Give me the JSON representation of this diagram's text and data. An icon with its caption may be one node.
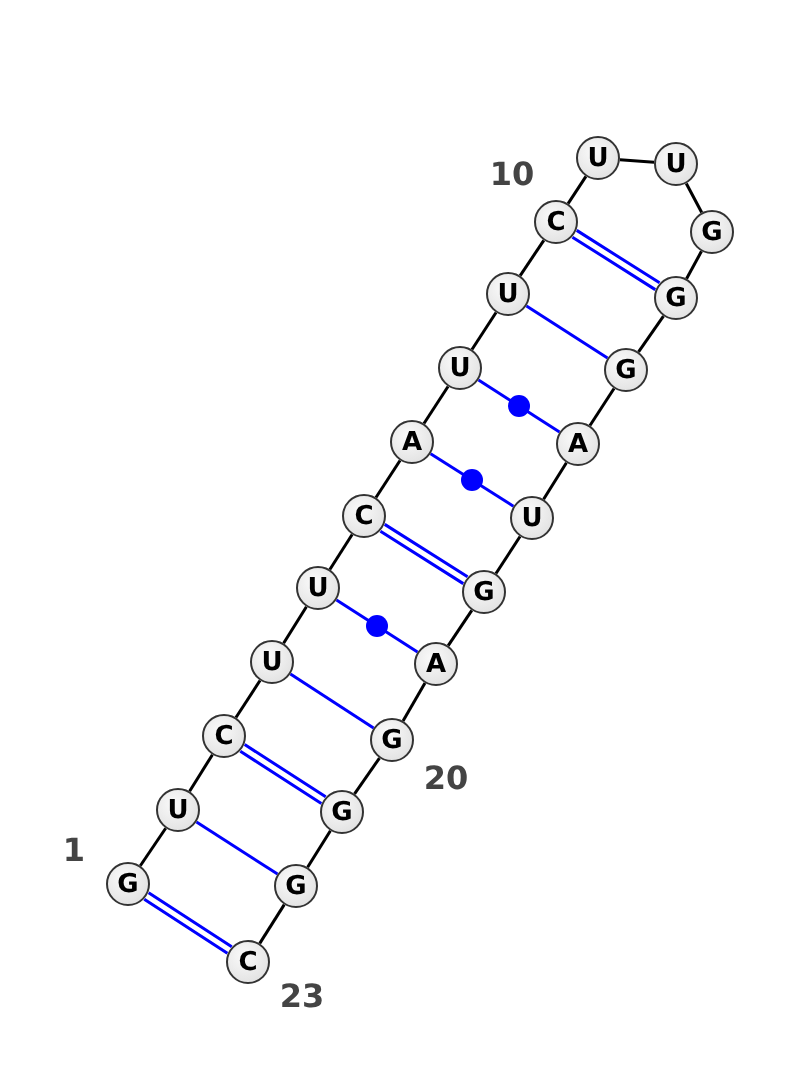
{
  "diagram": {
    "nodes": [
      {
        "text": [
          "G"
        ]
      },
      {
        "text": [
          "U"
        ]
      },
      {
        "text": [
          "C"
        ]
      },
      {
        "text": [
          "U"
        ]
      },
      {
        "text": [
          "U"
        ]
      },
      {
        "text": [
          "C"
        ]
      },
      {
        "text": [
          "A"
        ]
      },
      {
        "text": [
          "U"
        ]
      },
      {
        "text": [
          "U"
        ]
      },
      {
        "text": [
          "C"
        ]
      },
      {
        "text": [
          "U"
        ]
      },
      {
        "text": [
          "U"
        ]
      },
      {
        "text": [
          "G"
        ]
      },
      {
        "text": [
          "G"
        ]
      },
      {
        "text": [
          "G"
        ]
      },
      {
        "text": [
          "A"
        ]
      },
      {
        "text": [
          "U"
        ]
      },
      {
        "text": [
          "G"
        ]
      },
      {
        "text": [
          "A"
        ]
      },
      {
        "text": [
          "G"
        ]
      },
      {
        "text": [
          "G"
        ]
      },
      {
        "text": [
          "G"
        ]
      },
      {
        "text": [
          "C"
        ]
      }
    ],
    "edges": [
      {
        "from": 0,
        "to": 1,
        "arrow": "none"
      },
      {
        "from": 1,
        "to": 2,
        "arrow": "none"
      },
      {
        "from": 2,
        "to": 3,
        "arrow": "none"
      },
      {
        "from": 3,
        "to": 4,
        "arrow": "none"
      },
      {
        "from": 4,
        "to": 5,
        "arrow": "none"
      },
      {
        "from": 5,
        "to": 6,
        "arrow": "none"
      },
      {
        "from": 6,
        "to": 7,
        "arrow": "none"
      },
      {
        "from": 7,
        "to": 8,
        "arrow": "none"
      },
      {
        "from": 8,
        "to": 9,
        "arrow": "none"
      },
      {
        "from": 9,
        "to": 10,
        "arrow": "none"
      },
      {
        "from": 10,
        "to": 11,
        "arrow": "none"
      },
      {
        "from": 11,
        "to": 12,
        "arrow": "none"
      },
      {
        "from": 12,
        "to": 13,
        "arrow": "none"
      },
      {
        "from": 13,
        "to": 14,
        "arrow": "none"
      },
      {
        "from": 14,
        "to": 15,
        "arrow": "none"
      },
      {
        "from": 15,
        "to": 16,
        "arrow": "none"
      },
      {
        "from": 16,
        "to": 17,
        "arrow": "none"
      },
      {
        "from": 17,
        "to": 18,
        "arrow": "none"
      },
      {
        "from": 18,
        "to": 19,
        "arrow": "none"
      },
      {
        "from": 19,
        "to": 20,
        "arrow": "none"
      },
      {
        "from": 20,
        "to": 21,
        "arrow": "none"
      },
      {
        "from": 21,
        "to": 22,
        "arrow": "none"
      },
      {
        "from": 0,
        "to": 22,
        "arrow": "none",
        "color": "#0000ff"
      },
      {
        "from": 1,
        "to": 21,
        "arrow": "none",
        "color": "#0000ff"
      },
      {
        "from": 2,
        "to": 20,
        "arrow": "none",
        "color": "#0000ff"
      },
      {
        "from": 3,
        "to": 19,
        "arrow": "none",
        "color": "#0000ff"
      },
      {
        "from": 4,
        "to": 18,
        "arrow": "none",
        "color": "#0000ff"
      },
      {
        "from": 5,
        "to": 17,
        "arrow": "none",
        "color": "#0000ff"
      },
      {
        "from": 6,
        "to": 16,
        "arrow": "none",
        "color": "#0000ff"
      },
      {
        "from": 7,
        "to": 15,
        "arrow": "none",
        "color": "#0000ff"
      },
      {
        "from": 8,
        "to": 14,
        "arrow": "none",
        "color": "#0000ff"
      },
      {
        "from": 9,
        "to": 13,
        "arrow": "none",
        "color": "#0000ff"
      }
    ],
    "labels": [
      "10",
      "1",
      "20",
      "23"
    ]
  }
}
